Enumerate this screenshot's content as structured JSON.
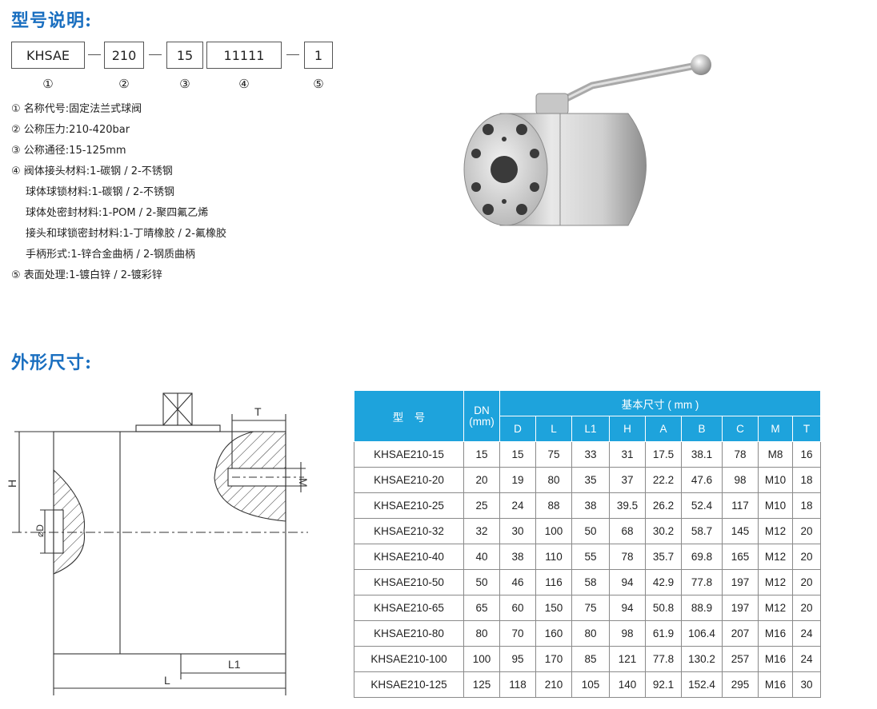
{
  "titles": {
    "model": "型号说明:",
    "dims": "外形尺寸:"
  },
  "code": {
    "parts": [
      "KHSAE",
      "210",
      "15",
      "11111",
      "1"
    ],
    "numbers": [
      "①",
      "②",
      "③",
      "④",
      "⑤"
    ]
  },
  "legend": [
    "① 名称代号:固定法兰式球阀",
    "② 公称压力:210-420bar",
    "③ 公称通径:15-125mm",
    "④ 阀体接头材料:1-碳钢 / 2-不锈钢",
    "球体球锁材料:1-碳钢 / 2-不锈钢",
    "球体处密封材料:1-POM / 2-聚四氟乙烯",
    "接头和球锁密封材料:1-丁晴橡胶 / 2-氟橡胶",
    "手柄形式:1-锌合金曲柄 / 2-钢质曲柄",
    "⑤ 表面处理:1-镀白锌 / 2-镀彩锌"
  ],
  "drawing_labels": {
    "T": "T",
    "H": "H",
    "M": "M",
    "D": "⌀D",
    "L1": "L1",
    "L": "L"
  },
  "table": {
    "head_model": "型　号",
    "head_dn": "DN",
    "head_dn_unit": "(mm)",
    "head_group": "基本尺寸 ( mm )",
    "columns": [
      "D",
      "L",
      "L1",
      "H",
      "A",
      "B",
      "C",
      "M",
      "T"
    ],
    "rows": [
      [
        "KHSAE210-15",
        "15",
        "15",
        "75",
        "33",
        "31",
        "17.5",
        "38.1",
        "78",
        "M8",
        "16"
      ],
      [
        "KHSAE210-20",
        "20",
        "19",
        "80",
        "35",
        "37",
        "22.2",
        "47.6",
        "98",
        "M10",
        "18"
      ],
      [
        "KHSAE210-25",
        "25",
        "24",
        "88",
        "38",
        "39.5",
        "26.2",
        "52.4",
        "117",
        "M10",
        "18"
      ],
      [
        "KHSAE210-32",
        "32",
        "30",
        "100",
        "50",
        "68",
        "30.2",
        "58.7",
        "145",
        "M12",
        "20"
      ],
      [
        "KHSAE210-40",
        "40",
        "38",
        "110",
        "55",
        "78",
        "35.7",
        "69.8",
        "165",
        "M12",
        "20"
      ],
      [
        "KHSAE210-50",
        "50",
        "46",
        "116",
        "58",
        "94",
        "42.9",
        "77.8",
        "197",
        "M12",
        "20"
      ],
      [
        "KHSAE210-65",
        "65",
        "60",
        "150",
        "75",
        "94",
        "50.8",
        "88.9",
        "197",
        "M12",
        "20"
      ],
      [
        "KHSAE210-80",
        "80",
        "70",
        "160",
        "80",
        "98",
        "61.9",
        "106.4",
        "207",
        "M16",
        "24"
      ],
      [
        "KHSAE210-100",
        "100",
        "95",
        "170",
        "85",
        "121",
        "77.8",
        "130.2",
        "257",
        "M16",
        "24"
      ],
      [
        "KHSAE210-125",
        "125",
        "118",
        "210",
        "105",
        "140",
        "92.1",
        "152.4",
        "295",
        "M16",
        "30"
      ]
    ]
  },
  "colors": {
    "title": "#1a6fc0",
    "table_header": "#1ea3dc"
  }
}
